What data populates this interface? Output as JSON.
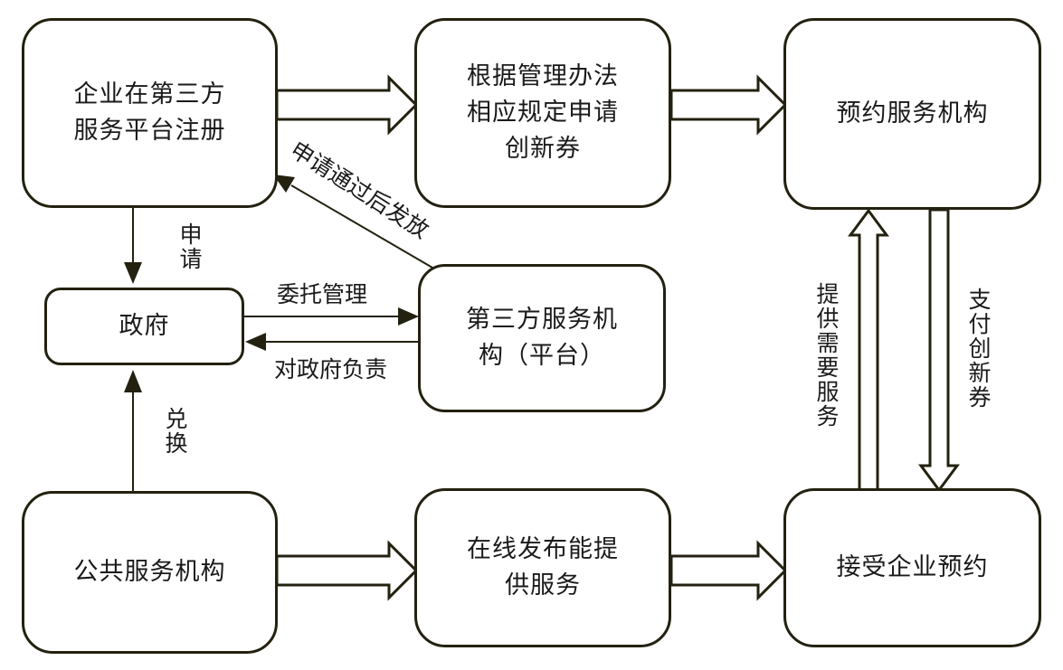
{
  "nodes": {
    "register": "企业在第三方\n服务平台注册",
    "apply": "根据管理办法\n相应规定申请\n创新券",
    "book": "预约服务机构",
    "government": "政府",
    "third_party": "第三方服务机\n构（平台）",
    "public_service": "公共服务机构",
    "publish": "在线发布能提\n供服务",
    "accept": "接受企业预约"
  },
  "edges": {
    "apply_label": "申请",
    "approved_label": "申请通过后发放",
    "entrust_label": "委托管理",
    "responsible_label": "对政府负责",
    "exchange_label": "兑换",
    "provide_label": "提供需要服务",
    "pay_label": "支付创新券"
  },
  "colors": {
    "stroke": "#23210f",
    "text": "#1a1a1a"
  }
}
